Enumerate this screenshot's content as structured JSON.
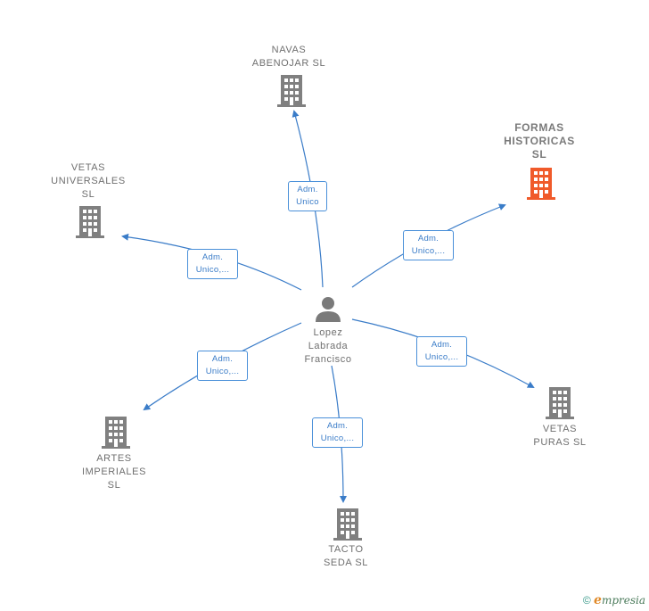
{
  "center": {
    "name": "Lopez\nLabrada\nFrancisco"
  },
  "companies": [
    {
      "id": "navas",
      "name": "NAVAS\nABENOJAR SL",
      "highlight": false,
      "relation": "Adm.\nUnico"
    },
    {
      "id": "formas",
      "name": "FORMAS\nHISTORICAS\nSL",
      "highlight": true,
      "relation": "Adm.\nUnico,..."
    },
    {
      "id": "vetas-universales",
      "name": "VETAS\nUNIVERSALES\nSL",
      "highlight": false,
      "relation": "Adm.\nUnico,..."
    },
    {
      "id": "vetas-puras",
      "name": "VETAS\nPURAS  SL",
      "highlight": false,
      "relation": "Adm.\nUnico,..."
    },
    {
      "id": "artes",
      "name": "ARTES\nIMPERIALES\nSL",
      "highlight": false,
      "relation": "Adm.\nUnico,..."
    },
    {
      "id": "tacto",
      "name": "TACTO\nSEDA  SL",
      "highlight": false,
      "relation": "Adm.\nUnico,..."
    }
  ],
  "colors": {
    "edge": "#3a7cc8",
    "building": "#808080",
    "highlight": "#f05a2a"
  },
  "footer": {
    "copyright": "©",
    "brand_initial": "e",
    "brand_rest": "mpresia"
  }
}
